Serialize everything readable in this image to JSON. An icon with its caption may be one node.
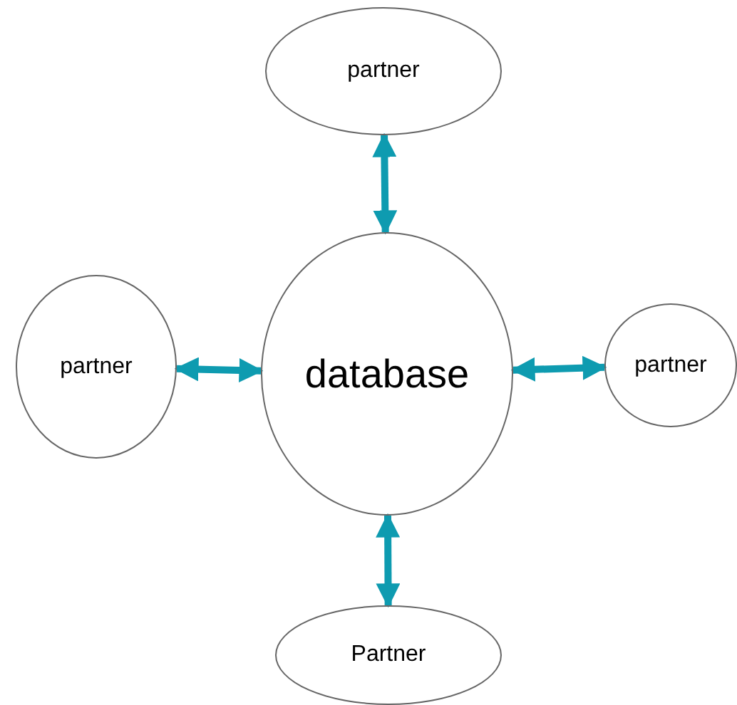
{
  "diagram": {
    "nodes": [
      {
        "text": [
          "partner"
        ]
      },
      {
        "text": [
          "partner"
        ]
      },
      {
        "text": [
          "database"
        ]
      },
      {
        "text": [
          "partner"
        ]
      },
      {
        "text": [
          "Partner"
        ]
      }
    ],
    "edges": [
      {
        "from": 2,
        "to": 0,
        "arrow": "both"
      },
      {
        "from": 2,
        "to": 1,
        "arrow": "both"
      },
      {
        "from": 2,
        "to": 3,
        "arrow": "both"
      },
      {
        "from": 2,
        "to": 4,
        "arrow": "both"
      }
    ]
  }
}
